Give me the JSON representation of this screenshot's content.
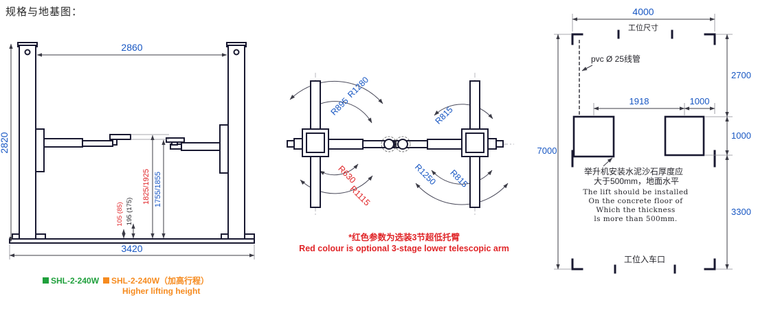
{
  "title": "规格与地基图：",
  "front_view": {
    "dim_top": "2860",
    "dim_left": "2820",
    "dim_bottom": "3420",
    "dim_lift_high": "1825/1925",
    "dim_lift_std": "1755/1855",
    "dim_pad_min_high": "105 (85)",
    "dim_pad_min_std": "195 (175)",
    "legend": {
      "green_label": "SHL-2-240W",
      "orange_label": "SHL-2-240W（加高行程）",
      "orange_sublabel": "Higher  lifting  height"
    }
  },
  "top_view": {
    "radius_r895": "R895",
    "radius_r1280": "R1280",
    "radius_r630": "R630",
    "radius_r1115": "R1115",
    "radius_r815_top": "R815",
    "radius_r1250": "R1250",
    "radius_r815_bottom": "R815",
    "note_cn": "*红色参数为选装3节超低托臂",
    "note_en": "Red colour is optional 3-stage lower telescopic arm"
  },
  "foundation_plan": {
    "dim_width": "4000",
    "label_bay_size": "工位尺寸",
    "label_pvc": "pvc Ø 25线管",
    "dim_left_total": "7000",
    "dim_right_top": "2700",
    "dim_pad_spacing": "1918",
    "dim_pad_to_edge": "1000",
    "dim_pad_height": "1000",
    "dim_right_bottom": "3300",
    "note_cn_line1": "举升机安装水泥沙石厚度应",
    "note_cn_line2": "大于500mm，地面水平",
    "note_en_line1": "The lift should be installed",
    "note_en_line2": "On the concrete floor of",
    "note_en_line3": "Which the thickness",
    "note_en_line4": "ls more than 500mm.",
    "label_entrance": "工位入车口"
  },
  "colors": {
    "dimension_text": "#1857c3",
    "optional_red": "#e02528",
    "legend_green": "#1fa03c",
    "legend_orange": "#f68b1f",
    "drawing_line": "#3c3c46",
    "structure": "#191931"
  }
}
